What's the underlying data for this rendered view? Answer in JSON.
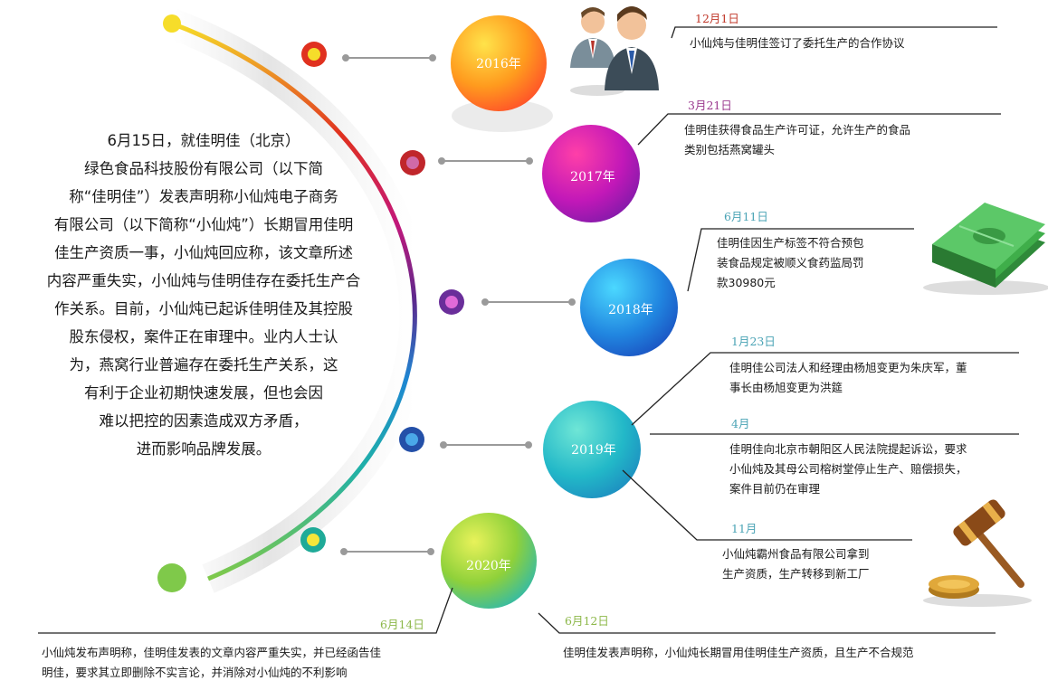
{
  "intro": {
    "lines": [
      "6月15日，就佳明佳（北京）",
      "绿色食品科技股份有限公司（以下简",
      "称“佳明佳”）发表声明称小仙炖电子商务",
      "有限公司（以下简称“小仙炖”）长期冒用佳明",
      "佳生产资质一事，小仙炖回应称，该文章所述",
      "内容严重失实，小仙炖与佳明佳存在委托生产合",
      "作关系。目前，小仙炖已起诉佳明佳及其控股",
      "股东侵权，案件正在审理中。业内人士认",
      "为，燕窝行业普遍存在委托生产关系，这",
      "有利于企业初期快速发展，但也会因",
      "难以把控的因素造成双方矛盾，",
      "进而影响品牌发展。"
    ]
  },
  "years": [
    "2016年",
    "2017年",
    "2018年",
    "2019年",
    "2020年"
  ],
  "events": {
    "e2016": {
      "date": "12月1日",
      "lines": [
        "小仙炖与佳明佳签订了委托生产的合作协议"
      ]
    },
    "e2017": {
      "date": "3月21日",
      "lines": [
        "佳明佳获得食品生产许可证，允许生产的食品",
        "类别包括燕窝罐头"
      ]
    },
    "e2018": {
      "date": "6月11日",
      "lines": [
        "佳明佳因生产标签不符合预包",
        "装食品规定被顺义食药监局罚",
        "款30980元"
      ]
    },
    "e2019a": {
      "date": "1月23日",
      "lines": [
        "佳明佳公司法人和经理由杨旭变更为朱庆军，董",
        "事长由杨旭变更为洪筵"
      ]
    },
    "e2019b": {
      "date": "4月",
      "lines": [
        "佳明佳向北京市朝阳区人民法院提起诉讼，要求",
        "小仙炖及其母公司榕树堂停止生产、赔偿损失，",
        "案件目前仍在审理"
      ]
    },
    "e2019c": {
      "date": "11月",
      "lines": [
        "小仙炖霸州食品有限公司拿到",
        "生产资质，生产转移到新工厂"
      ]
    },
    "e2020a": {
      "date": "6月14日",
      "lines": [
        "小仙炖发布声明称，佳明佳发表的文章内容严重失实，并已经函告佳",
        "明佳，要求其立即删除不实言论，并消除对小仙炖的不利影响"
      ]
    },
    "e2020b": {
      "date": "6月12日",
      "lines": [
        "佳明佳发表声明称，小仙炖长期冒用佳明佳生产资质，且生产不合规范"
      ]
    }
  },
  "colors": {
    "date_2016": "#c0392b",
    "date_2017": "#9b3a8f",
    "date_other": "#4aa3b5",
    "date_2020": "#8db84a"
  },
  "icons": [
    "business-people-icon",
    "money-stack-icon",
    "gavel-icon"
  ]
}
